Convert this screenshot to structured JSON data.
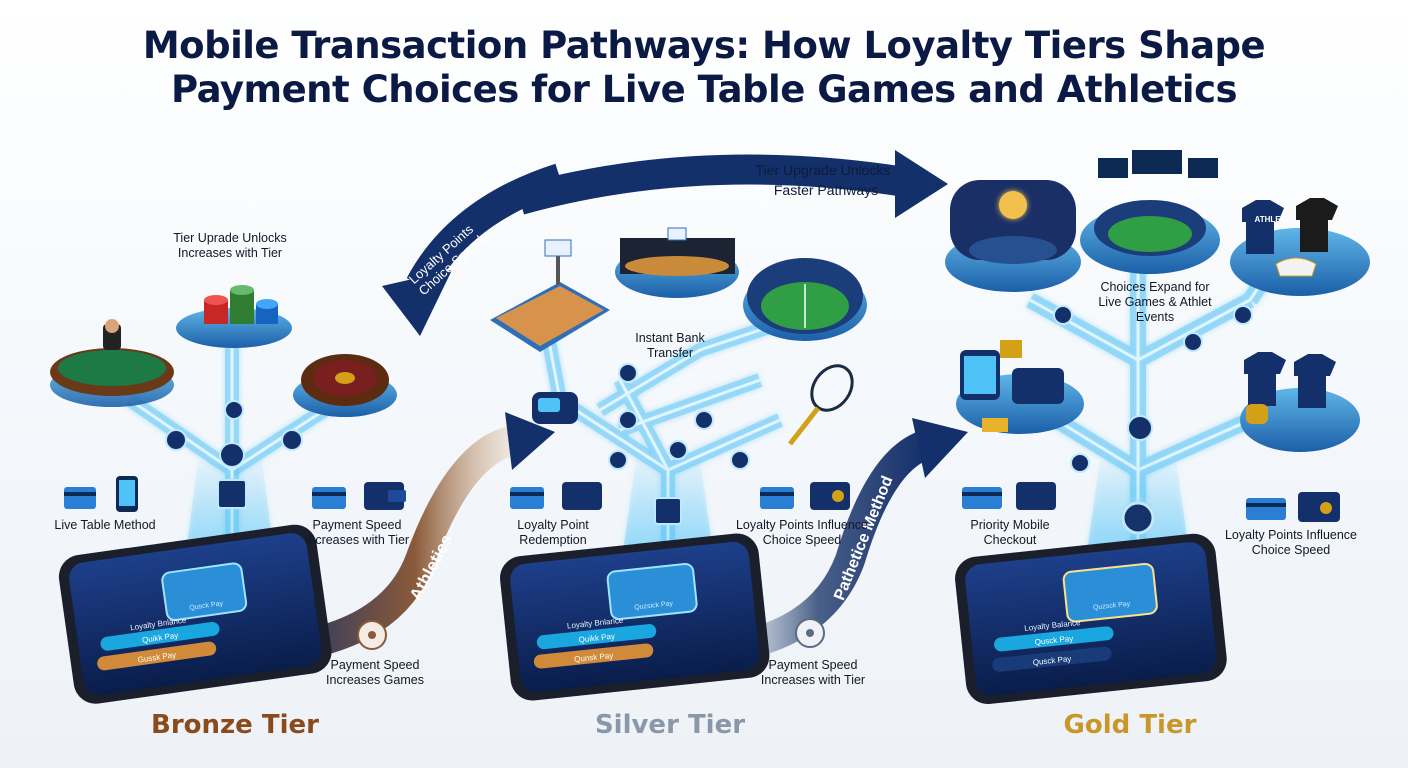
{
  "title": {
    "line1": "Mobile Transaction Pathways: How Loyalty Tiers Shape",
    "line2": "Payment Choices for Live Table Games and Athletics"
  },
  "arrows": {
    "top_upgrade_line1": "Tier Upgrade Unlocks",
    "top_upgrade_line2": "Faster Pathways",
    "loyalty_speed_line1": "Loyalty Points",
    "loyalty_speed_line2": "Choice Speed",
    "athletics": "Athletics",
    "pathetice": "Pathetice Method"
  },
  "bronze": {
    "tier_label": "Bronze Tier",
    "upgrade_line1": "Tier Uprade Unlocks",
    "upgrade_line2": "Increases with Tier",
    "live_table_method": "Live Table Method",
    "speed_line1": "Payment Speed",
    "speed_line2": "Increases with Tier",
    "bottom_line1": "Payment Speed",
    "bottom_line2": "Increases Games",
    "phone_line1": "Loyalty Bnlance",
    "phone_line2": "Quikk Pay",
    "phone_line3": "Gussk Pay",
    "phone_scan": "Qusck Pay"
  },
  "silver": {
    "tier_label": "Silver Tier",
    "instant_line1": "Instant Bank",
    "instant_line2": "Transfer",
    "redemption_line1": "Loyalty Point",
    "redemption_line2": "Redemption",
    "influence_line1": "Loyalty Points Influence",
    "influence_line2": "Choice Speed",
    "bottom_line1": "Payment Speed",
    "bottom_line2": "Increases with Tier",
    "phone_line1": "Loyalty Bnlance",
    "phone_line2": "Quikk Pay",
    "phone_line3": "Qunsk Pay",
    "phone_scan": "Quzsick Pay"
  },
  "gold": {
    "tier_label": "Gold Tier",
    "expand_line1": "Choices Expand for",
    "expand_line2": "Live Games & Athlet",
    "expand_line3": "Events",
    "priority_line1": "Priority Mobile",
    "priority_line2": "Checkout",
    "influence_line1": "Loyalty Points Influence",
    "influence_line2": "Choice Speed",
    "jersey_text": "ATHLET",
    "phone_line1": "Loyalty Balance",
    "phone_line2": "Qusck Pay",
    "phone_line3": "Qusck Pay",
    "phone_scan": "Quzsck Pay"
  },
  "colors": {
    "navy": "#14306b",
    "glow": "#4fc3f7",
    "bronze": "#8a4a1c",
    "silver": "#8a97a8",
    "gold": "#c9962a"
  }
}
